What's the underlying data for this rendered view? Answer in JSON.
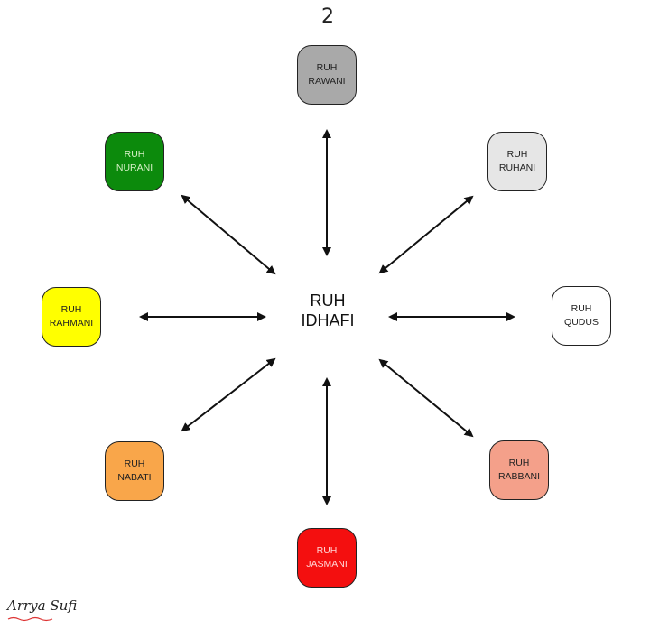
{
  "page_number": "2",
  "center": {
    "line1": "RUH",
    "line2": "IDHAFI"
  },
  "nodes": {
    "rawani": {
      "line1": "RUH",
      "line2": "RAWANI",
      "color": "#a9a9a9"
    },
    "ruhani": {
      "line1": "RUH",
      "line2": "RUHANI",
      "color": "#e6e6e6"
    },
    "qudus": {
      "line1": "RUH",
      "line2": "QUDUS",
      "color": "#ffffff"
    },
    "rabbani": {
      "line1": "RUH",
      "line2": "RABBANI",
      "color": "#f4a08a"
    },
    "jasmani": {
      "line1": "RUH",
      "line2": "JASMANI",
      "color": "#f40f0f"
    },
    "nabati": {
      "line1": "RUH",
      "line2": "NABATI",
      "color": "#f9a64a"
    },
    "rahmani": {
      "line1": "RUH",
      "line2": "RAHMANI",
      "color": "#ffff00"
    },
    "nurani": {
      "line1": "RUH",
      "line2": "NURANI",
      "color": "#0c8a0c"
    }
  },
  "signature": "Arrya Sufi"
}
